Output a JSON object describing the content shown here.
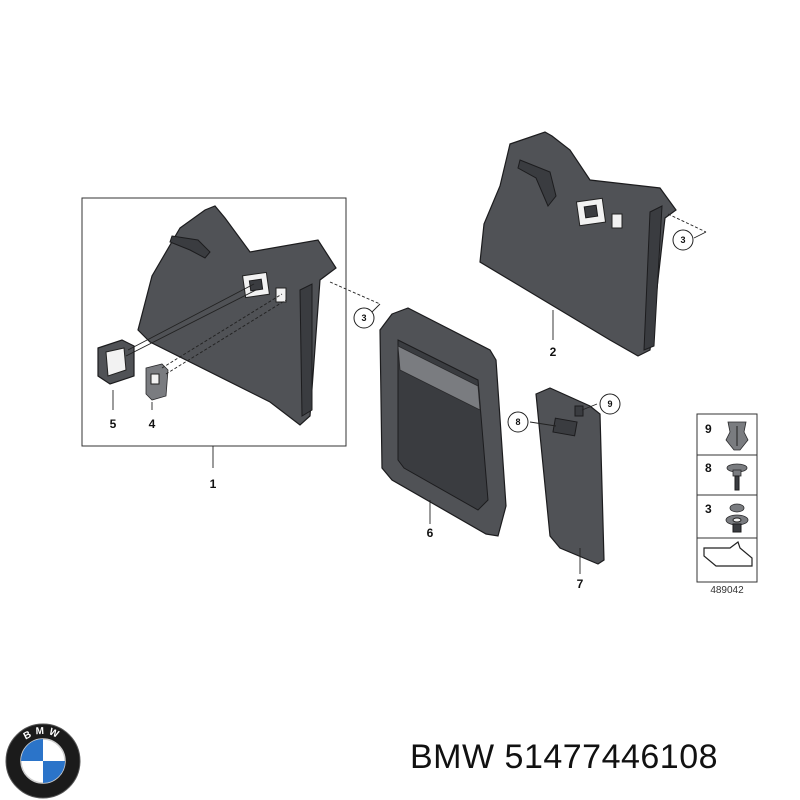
{
  "brand": "BMW",
  "part_number": "51477446108",
  "caption": "BMW 51477446108",
  "logo": {
    "icon": "bmw-roundel-icon",
    "text": "BMW",
    "colors": {
      "ring": "#1b1b1b",
      "blue": "#2b74c9",
      "white": "#ffffff"
    }
  },
  "callouts": {
    "p1": "1",
    "p2": "2",
    "p3a": "3",
    "p3b": "3",
    "p4": "4",
    "p5": "5",
    "p6": "6",
    "p7": "7",
    "p8": "8",
    "p9": "9"
  },
  "legend": {
    "items": [
      {
        "number": "9",
        "icon": "clip-icon"
      },
      {
        "number": "8",
        "icon": "screw-icon"
      },
      {
        "number": "3",
        "icon": "expanding-rivet-icon"
      }
    ],
    "code": "489042"
  }
}
